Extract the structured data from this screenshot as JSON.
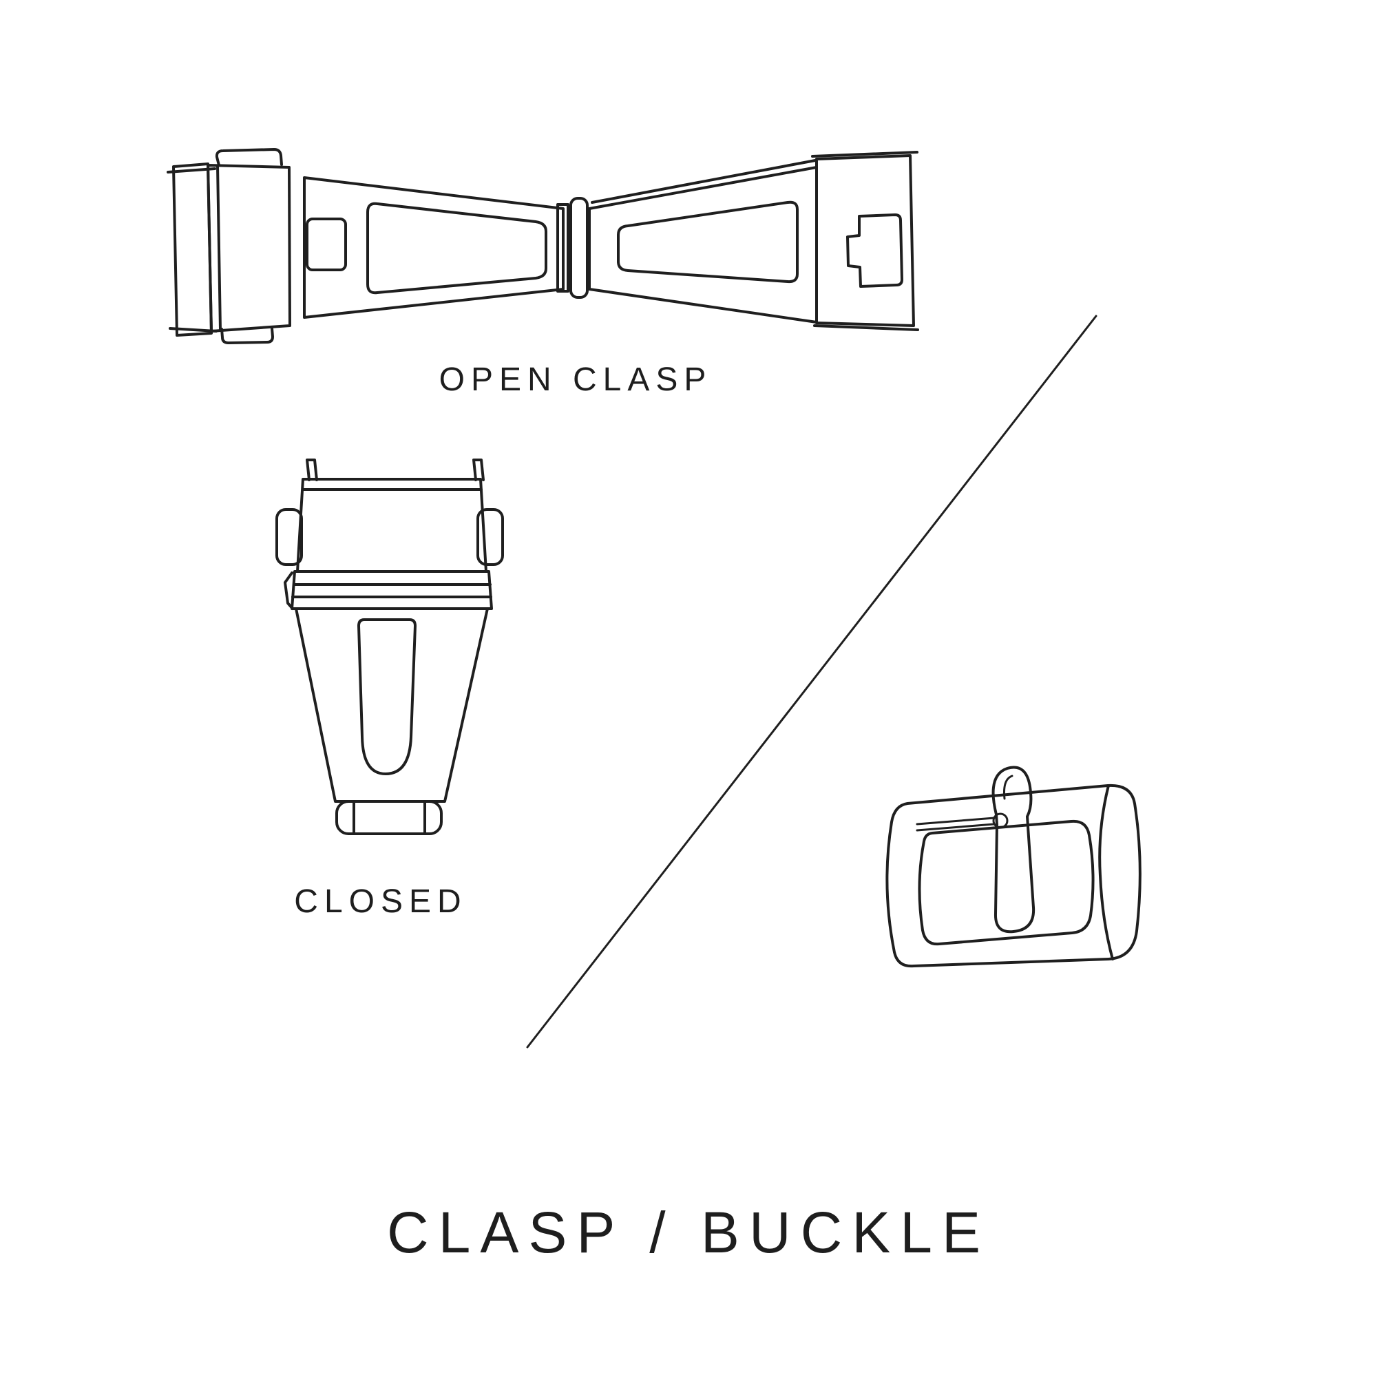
{
  "page": {
    "background_color": "#ffffff",
    "line_color": "#1f1f1f",
    "text_color": "#1e1e1e"
  },
  "labels": {
    "open_clasp": "OPEN CLASP",
    "closed": "CLOSED",
    "title": "CLASP / BUCKLE"
  },
  "figures": {
    "open_clasp": "open deployant clasp, top view, unfolded",
    "closed_clasp": "closed clasp, top view",
    "buckle": "tang buckle with pin and tongue",
    "divider": "diagonal divider line"
  }
}
